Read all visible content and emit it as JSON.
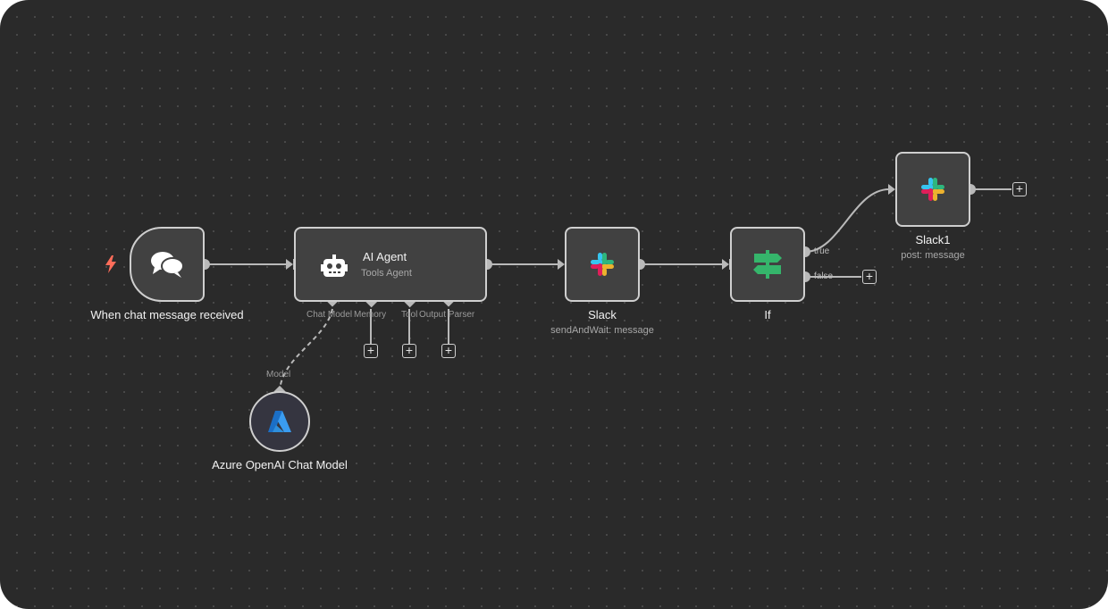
{
  "nodes": {
    "chat_trigger": {
      "name": "When chat message received",
      "icon": "chat-bubbles-icon"
    },
    "ai_agent": {
      "name": "AI Agent",
      "subtitle": "Tools Agent",
      "icon": "robot-icon"
    },
    "slack": {
      "name": "Slack",
      "subtitle": "sendAndWait: message",
      "icon": "slack-icon"
    },
    "if": {
      "name": "If",
      "icon": "signpost-icon",
      "outputs": [
        "true",
        "false"
      ]
    },
    "slack1": {
      "name": "Slack1",
      "subtitle": "post: message",
      "icon": "slack-icon"
    },
    "azure": {
      "name": "Azure OpenAI Chat Model",
      "port_label": "Model",
      "icon": "azure-icon"
    }
  },
  "agent_ports": [
    "Chat Model",
    "Memory",
    "Tool",
    "Output Parser"
  ],
  "colors": {
    "canvas": "#2a2a2a",
    "node_fill": "#414141",
    "node_border": "#cfcfcf",
    "trigger_bolt": "#ff6d5a",
    "if_icon": "#35b56b",
    "azure_blue": "#2f8fdc"
  },
  "add_symbol": "+"
}
